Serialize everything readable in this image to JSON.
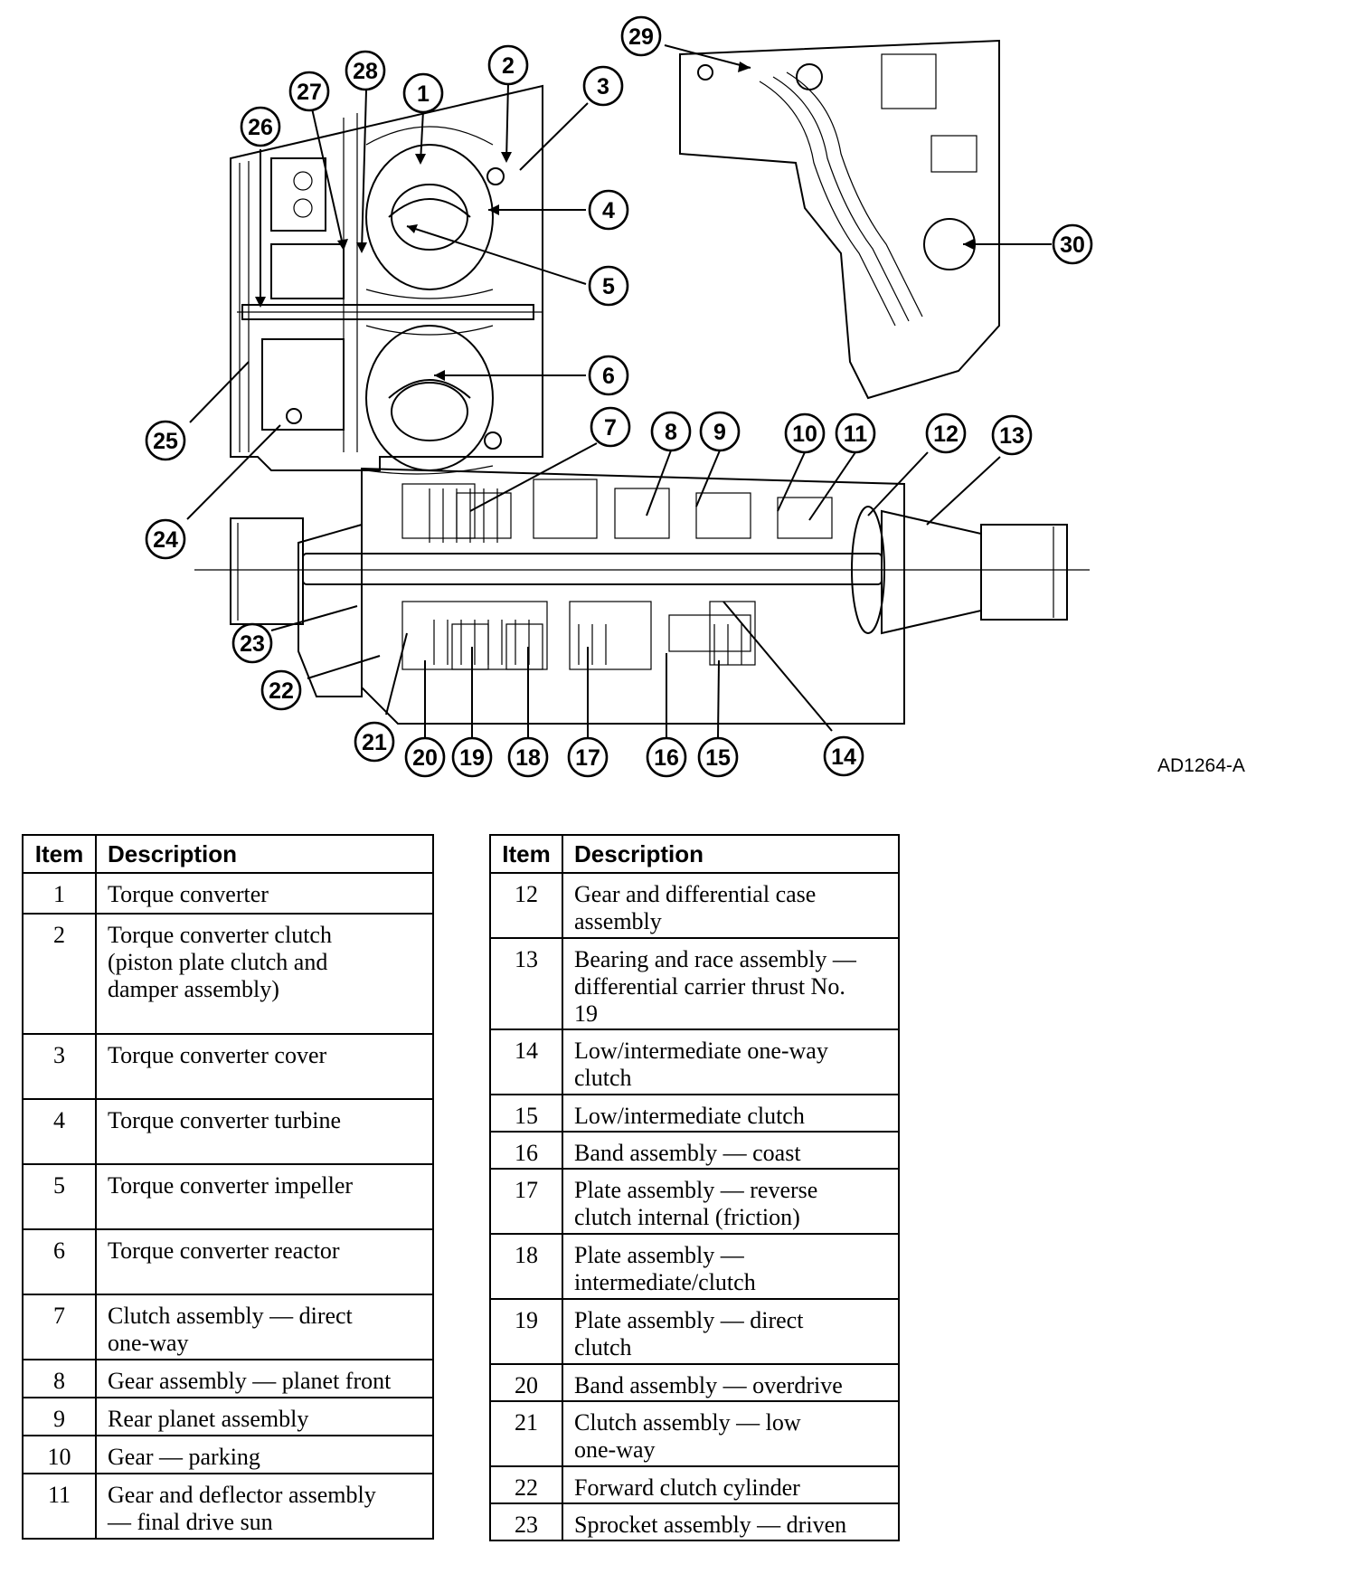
{
  "figure_code": "AD1264-A",
  "callouts": [
    {
      "n": "1"
    },
    {
      "n": "2"
    },
    {
      "n": "3"
    },
    {
      "n": "4"
    },
    {
      "n": "5"
    },
    {
      "n": "6"
    },
    {
      "n": "7"
    },
    {
      "n": "8"
    },
    {
      "n": "9"
    },
    {
      "n": "10"
    },
    {
      "n": "11"
    },
    {
      "n": "12"
    },
    {
      "n": "13"
    },
    {
      "n": "14"
    },
    {
      "n": "15"
    },
    {
      "n": "16"
    },
    {
      "n": "17"
    },
    {
      "n": "18"
    },
    {
      "n": "19"
    },
    {
      "n": "20"
    },
    {
      "n": "21"
    },
    {
      "n": "22"
    },
    {
      "n": "23"
    },
    {
      "n": "24"
    },
    {
      "n": "25"
    },
    {
      "n": "26"
    },
    {
      "n": "27"
    },
    {
      "n": "28"
    },
    {
      "n": "29"
    },
    {
      "n": "30"
    }
  ],
  "table_headers": {
    "item": "Item",
    "description": "Description"
  },
  "table_left": [
    {
      "item": "1",
      "description": "Torque converter"
    },
    {
      "item": "2",
      "description": "Torque converter clutch\n(piston plate clutch and\ndamper assembly)"
    },
    {
      "item": "3",
      "description": "Torque converter cover"
    },
    {
      "item": "4",
      "description": "Torque converter turbine"
    },
    {
      "item": "5",
      "description": "Torque converter impeller"
    },
    {
      "item": "6",
      "description": "Torque converter reactor"
    },
    {
      "item": "7",
      "description": "Clutch assembly — direct\none-way"
    },
    {
      "item": "8",
      "description": "Gear assembly — planet front"
    },
    {
      "item": "9",
      "description": "Rear planet assembly"
    },
    {
      "item": "10",
      "description": "Gear — parking"
    },
    {
      "item": "11",
      "description": "Gear and deflector assembly\n— final drive sun"
    }
  ],
  "table_right": [
    {
      "item": "12",
      "description": "Gear and differential case\nassembly"
    },
    {
      "item": "13",
      "description": "Bearing and race assembly —\ndifferential carrier thrust No.\n19"
    },
    {
      "item": "14",
      "description": "Low/intermediate one-way\nclutch"
    },
    {
      "item": "15",
      "description": "Low/intermediate clutch"
    },
    {
      "item": "16",
      "description": "Band assembly — coast"
    },
    {
      "item": "17",
      "description": "Plate assembly — reverse\nclutch internal (friction)"
    },
    {
      "item": "18",
      "description": "Plate assembly —\nintermediate/clutch"
    },
    {
      "item": "19",
      "description": "Plate assembly — direct\nclutch"
    },
    {
      "item": "20",
      "description": "Band assembly — overdrive"
    },
    {
      "item": "21",
      "description": "Clutch assembly — low\none-way"
    },
    {
      "item": "22",
      "description": "Forward clutch cylinder"
    },
    {
      "item": "23",
      "description": "Sprocket assembly — driven"
    }
  ]
}
